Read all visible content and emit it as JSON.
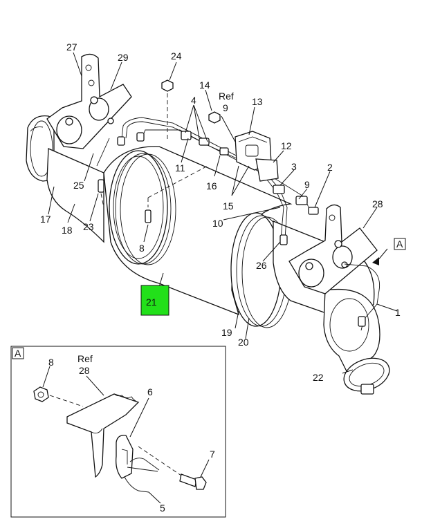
{
  "callouts": {
    "c1": "1",
    "c2": "2",
    "c3": "3",
    "c4": "4",
    "c8": "8",
    "c9": "9",
    "c9b": "9",
    "c10": "10",
    "c11": "11",
    "c12": "12",
    "c13": "13",
    "c14": "14",
    "c15": "15",
    "c16": "16",
    "c17": "17",
    "c18": "18",
    "c19": "19",
    "c20": "20",
    "c21": "21",
    "c22": "22",
    "c23": "23",
    "c24": "24",
    "c25": "25",
    "c26": "26",
    "c27": "27",
    "c28": "28",
    "c29": "29",
    "ref": "Ref"
  },
  "detail": {
    "view_letter": "A",
    "callouts": {
      "c5": "5",
      "c6": "6",
      "c7": "7",
      "c8": "8",
      "c28": "28"
    },
    "ref": "Ref"
  },
  "view_marker": "A",
  "colors": {
    "highlight": "#22e01a",
    "line": "#111111",
    "background": "#ffffff"
  }
}
